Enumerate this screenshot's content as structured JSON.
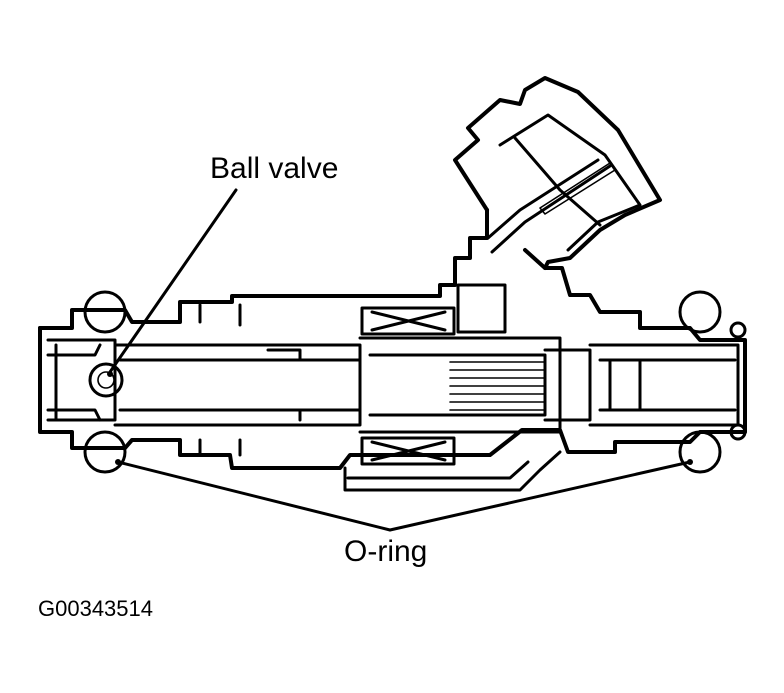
{
  "labels": {
    "ball_valve": "Ball valve",
    "o_ring": "O-ring",
    "figure_code": "G00343514"
  },
  "colors": {
    "ink": "#000000",
    "paper": "#ffffff"
  }
}
